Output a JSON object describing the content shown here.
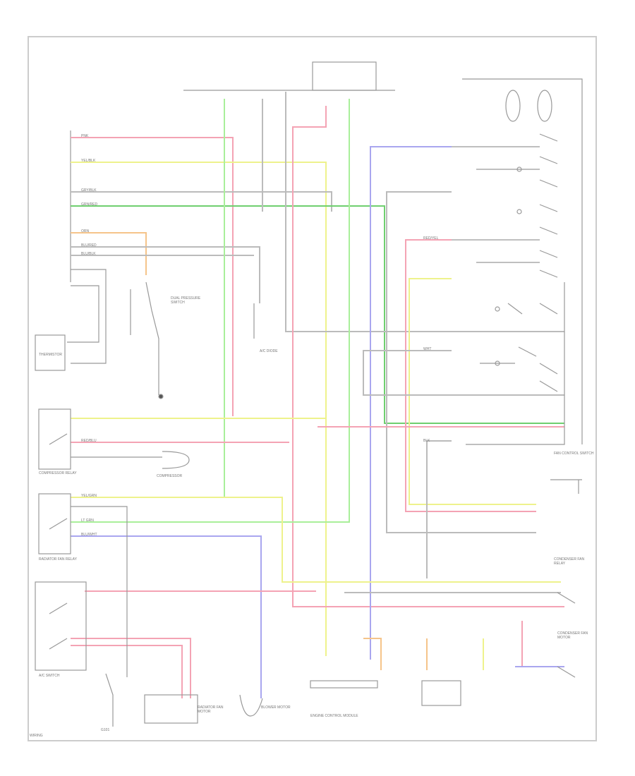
{
  "components": {
    "thermistor": "THERMISTOR",
    "compressor": "COMPRESSOR",
    "compressor_relay": "COMPRESSOR RELAY",
    "ac_switch": "A/C SWITCH",
    "pressure_switch": "DUAL PRESSURE SWITCH",
    "radiator_fan_relay": "RADIATOR FAN RELAY",
    "condenser_fan_relay": "CONDENSER FAN RELAY",
    "condenser_fan_motor": "CONDENSER FAN MOTOR",
    "radiator_fan_motor": "RADIATOR FAN MOTOR",
    "ecm": "ENGINE CONTROL MODULE",
    "fan_control_switch": "FAN CONTROL SWITCH",
    "ac_diode": "A/C DIODE",
    "blower_motor": "BLOWER MOTOR",
    "ground": "G101",
    "footer": "WIRING"
  },
  "wires": {
    "pnk": "PNK",
    "yel_blk": "YEL/BLK",
    "gry_blk": "GRY/BLK",
    "grn_red": "GRN/RED",
    "orn": "ORN",
    "blu_red": "BLU/RED",
    "blu_blk": "BLU/BLK",
    "red_blu": "RED/BLU",
    "yel_grn": "YEL/GRN",
    "lt_grn": "LT GRN",
    "blu_wht": "BLU/WHT",
    "blk": "BLK",
    "red_yel": "RED/YEL",
    "wht": "WHT"
  },
  "colors": {
    "pink": "#f4a3b4",
    "yellow": "#eef28c",
    "green": "#a9ef9a",
    "blue": "#a9a6ef",
    "orange": "#f5c48a",
    "gray": "#bbbbbb"
  }
}
